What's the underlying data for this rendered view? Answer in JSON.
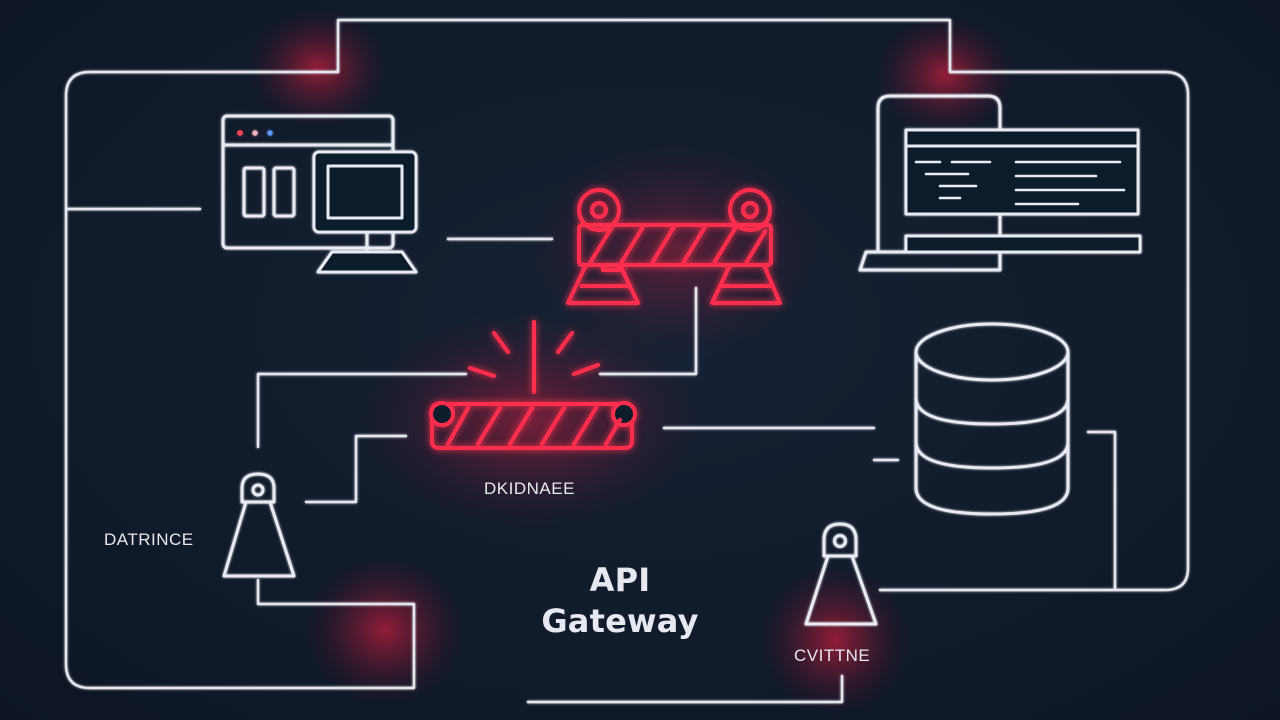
{
  "labels": {
    "left_node": "DATRINCE",
    "center_barrier": "DKIDNAEE",
    "right_node": "CVITTNE"
  },
  "title": {
    "line1": "API",
    "line2": "Gateway"
  },
  "colors": {
    "background": "#111b2b",
    "line": "#e4e7ee",
    "accent": "#ff2d4e",
    "glow": "#ff1f45"
  },
  "icons": [
    "client-computer-icon",
    "code-editor-monitor-icon",
    "barrier-top-icon",
    "barrier-alert-icon",
    "database-icon",
    "left-node-icon",
    "right-node-icon"
  ]
}
